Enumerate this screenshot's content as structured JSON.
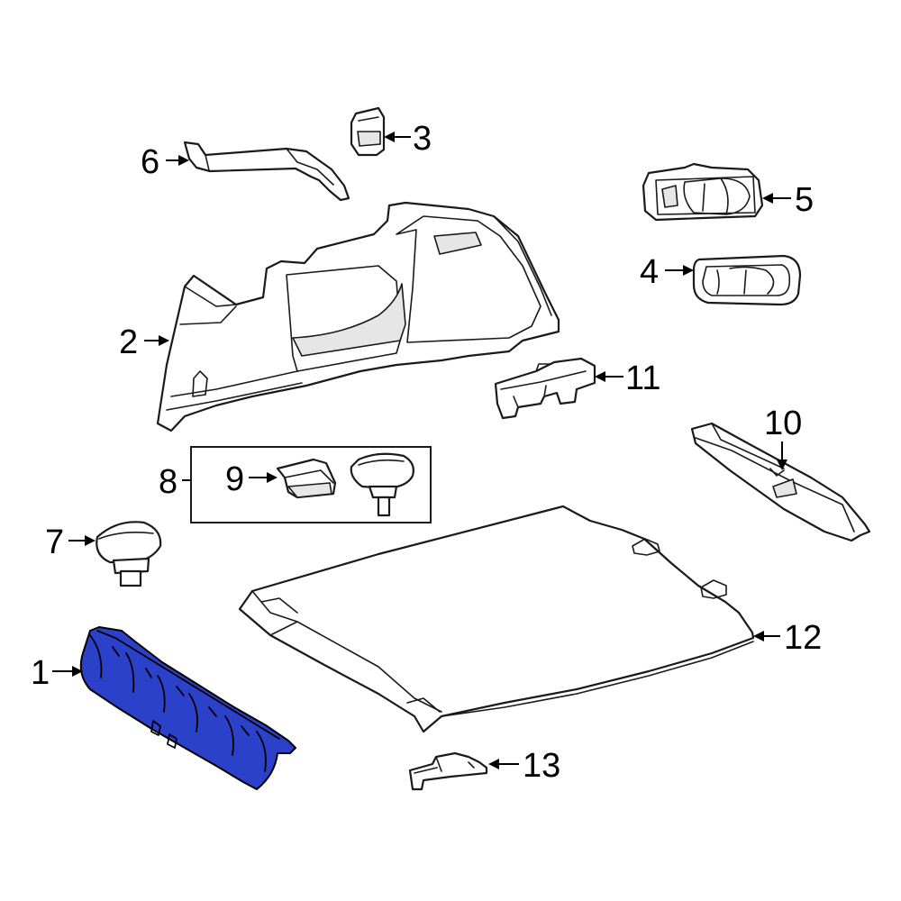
{
  "colors": {
    "highlight": "#2b41c9",
    "outline": "#1a1a1a",
    "background": "#ffffff"
  },
  "callouts": {
    "c1": "1",
    "c2": "2",
    "c3": "3",
    "c4": "4",
    "c5": "5",
    "c6": "6",
    "c7": "7",
    "c8": "8",
    "c9": "9",
    "c10": "10",
    "c11": "11",
    "c12": "12",
    "c13": "13"
  }
}
